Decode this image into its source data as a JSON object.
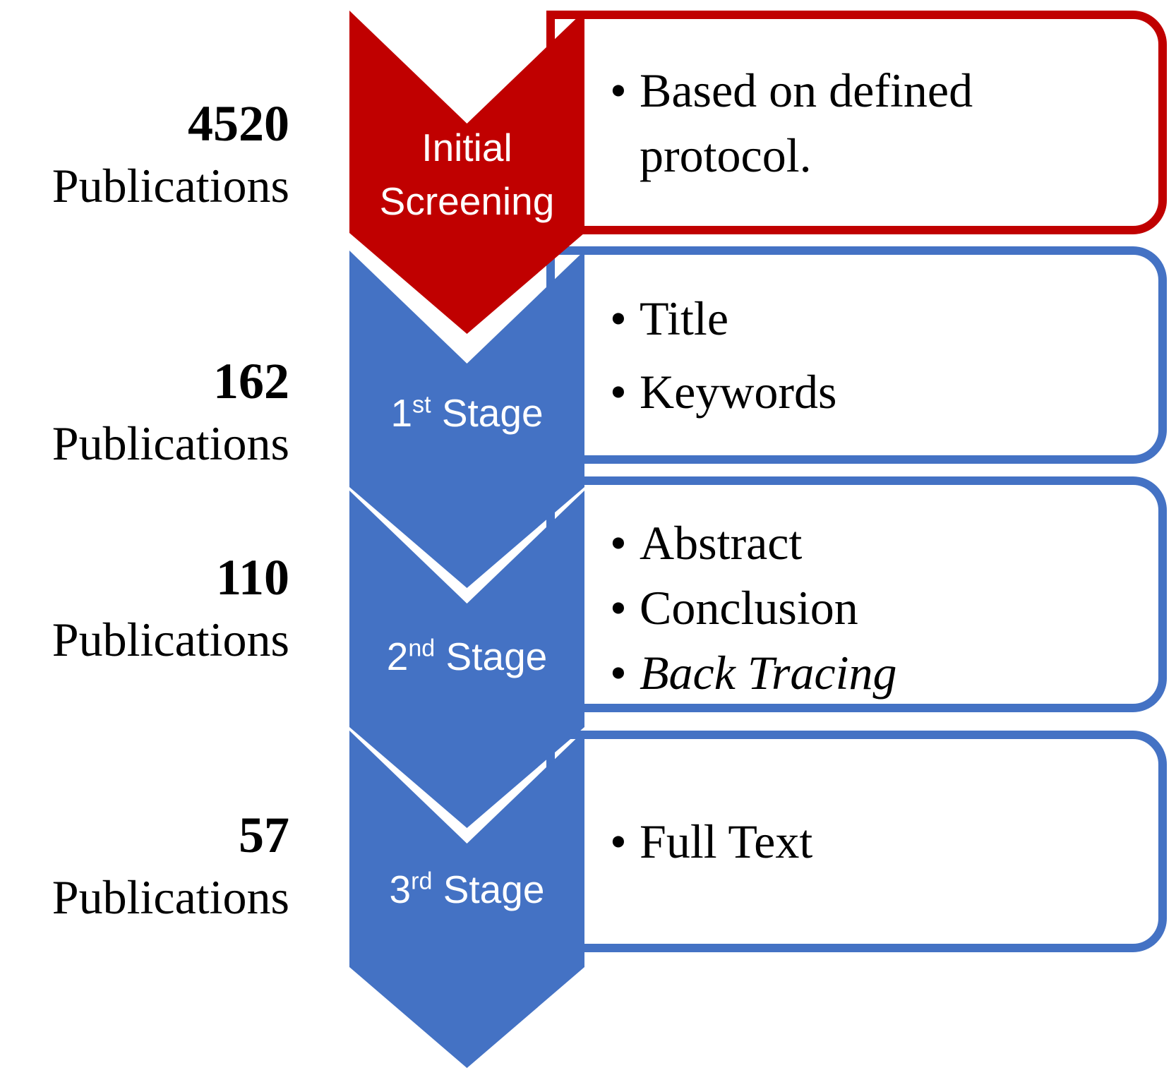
{
  "colors": {
    "red": "#c00000",
    "blue": "#4472c4",
    "stage_text": "#ffffff",
    "body_text": "#000000"
  },
  "left_labels": [
    {
      "count": "4520",
      "label": "Publications"
    },
    {
      "count": "162",
      "label": "Publications"
    },
    {
      "count": "110",
      "label": "Publications"
    },
    {
      "count": "57",
      "label": "Publications"
    }
  ],
  "stages": [
    {
      "line1": "Initial",
      "line2": "Screening"
    },
    {
      "number": "1",
      "suffix": "st",
      "word": " Stage"
    },
    {
      "number": "2",
      "suffix": "nd",
      "word": " Stage"
    },
    {
      "number": "3",
      "suffix": "rd",
      "word": " Stage"
    }
  ],
  "boxes": [
    {
      "items": [
        {
          "text": "Based on defined protocol."
        }
      ]
    },
    {
      "items": [
        {
          "text": "Title"
        },
        {
          "text": "Keywords"
        }
      ]
    },
    {
      "items": [
        {
          "text": "Abstract"
        },
        {
          "text": "Conclusion"
        },
        {
          "text": "Back Tracing"
        }
      ]
    },
    {
      "items": [
        {
          "text": "Full Text"
        }
      ]
    }
  ]
}
